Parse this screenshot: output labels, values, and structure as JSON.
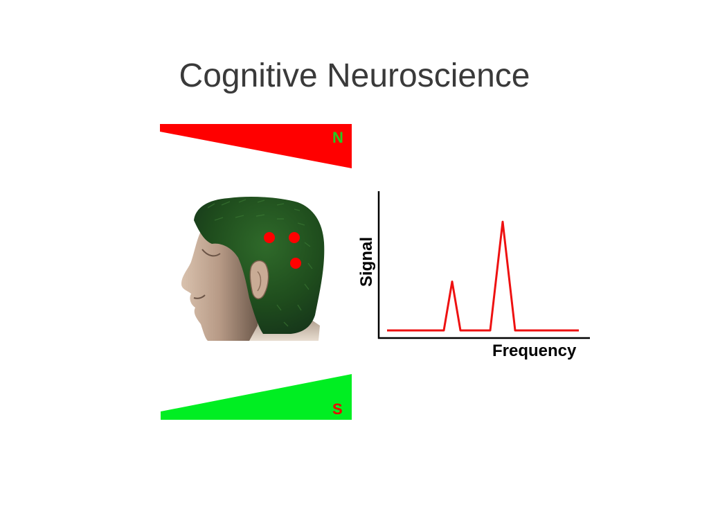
{
  "slide": {
    "title": "Cognitive Neuroscience"
  },
  "magnet": {
    "north_label": "N",
    "south_label": "S",
    "north_color": "#ff0000",
    "south_color": "#00ee22",
    "north_label_color": "#22cc22",
    "south_label_color": "#ee0000"
  },
  "head": {
    "electrode_color": "#ff0000",
    "electrode_count": 3
  },
  "spectrum": {
    "ylabel": "Signal",
    "xlabel": "Frequency",
    "line_color": "#ee1111",
    "peaks": [
      {
        "relative_height": 0.5
      },
      {
        "relative_height": 0.85
      }
    ]
  }
}
